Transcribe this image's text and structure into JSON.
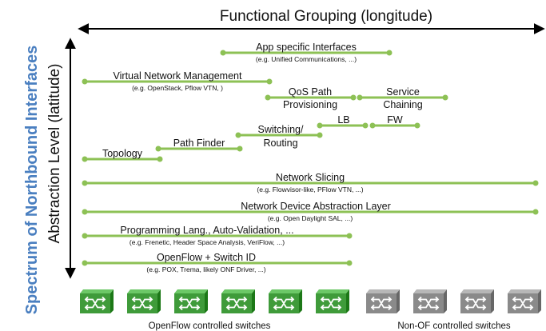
{
  "side_title": "Spectrum of Northbound Interfaces",
  "top_axis_label": "Functional Grouping (longitude)",
  "left_axis_label": "Abstraction Level (latitude)",
  "interfaces": {
    "app_specific": {
      "label": "App specific Interfaces",
      "sub": "(e.g. Unified Communications, ...)"
    },
    "virtual_network_mgmt": {
      "label": "Virtual Network Management",
      "sub": "(e.g. OpenStack, Pflow VTN, )"
    },
    "qos_path": {
      "line1": "QoS Path",
      "line2": "Provisioning"
    },
    "service_chaining": {
      "line1": "Service",
      "line2": "Chaining"
    },
    "lb": {
      "label": "LB"
    },
    "fw": {
      "label": "FW"
    },
    "switching_routing": {
      "line1": "Switching/",
      "line2": "Routing"
    },
    "path_finder": {
      "label": "Path Finder"
    },
    "topology": {
      "label": "Topology"
    },
    "network_slicing": {
      "label": "Network Slicing",
      "sub": "(e.g. Flowvisor-like, PFlow VTN, ...)"
    },
    "device_abstraction": {
      "label": "Network Device Abstraction Layer",
      "sub": "(e.g. Open Daylight SAL, ...)"
    },
    "programming_lang": {
      "label": "Programming Lang., Auto-Validation, ...",
      "sub": "(e.g. Frenetic, Header Space Analysis, VeriFlow, ...)"
    },
    "openflow_switch_id": {
      "label": "OpenFlow + Switch ID",
      "sub": "(e.g. POX, Trema, likely ONF Driver, ...)"
    }
  },
  "switch_groups": {
    "openflow": {
      "caption": "OpenFlow controlled switches",
      "count": 6,
      "color": "#3f9b3a"
    },
    "non_of": {
      "caption": "Non-OF controlled switches",
      "count": 4,
      "color": "#8a8a8a"
    }
  },
  "colors": {
    "line": "#8dc155",
    "side_title": "#4a7fc0"
  }
}
